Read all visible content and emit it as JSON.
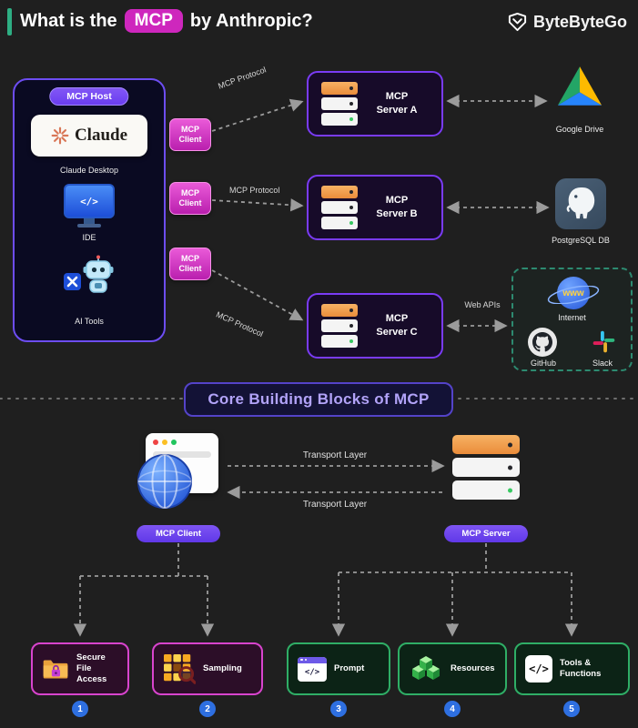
{
  "header": {
    "title_prefix": "What is the",
    "badge": "MCP",
    "title_suffix": "by Anthropic?",
    "brand": "ByteByteGo",
    "accent_color": "#2eae83",
    "badge_color": "#ce27bd"
  },
  "host": {
    "label": "MCP Host",
    "claude_wordmark": "Claude",
    "claude_caption": "Claude Desktop",
    "ide_glyph": "</>",
    "ide_caption": "IDE",
    "ai_caption": "AI Tools"
  },
  "clients": [
    {
      "line1": "MCP",
      "line2": "Client"
    },
    {
      "line1": "MCP",
      "line2": "Client"
    },
    {
      "line1": "MCP",
      "line2": "Client"
    }
  ],
  "protocol_labels": [
    "MCP Protocol",
    "MCP Protocol",
    "MCP Protocol"
  ],
  "servers": [
    {
      "line1": "MCP",
      "line2": "Server A"
    },
    {
      "line1": "MCP",
      "line2": "Server B"
    },
    {
      "line1": "MCP",
      "line2": "Server C"
    }
  ],
  "external": {
    "gdrive_label": "Google Drive",
    "postgres_label": "PostgreSQL DB",
    "web_apis_label": "Web APIs",
    "internet_glyph": "www",
    "internet_label": "Internet",
    "github_label": "GitHub",
    "slack_label": "Slack"
  },
  "section": {
    "title": "Core Building Blocks of MCP"
  },
  "core": {
    "client_label": "MCP Client",
    "server_label": "MCP Server",
    "transport_top": "Transport Layer",
    "transport_bottom": "Transport Layer"
  },
  "blocks": [
    {
      "label": "Secure File Access",
      "num": "1"
    },
    {
      "label": "Sampling",
      "num": "2"
    },
    {
      "label": "Prompt",
      "num": "3",
      "glyph": "</>"
    },
    {
      "label": "Resources",
      "num": "4"
    },
    {
      "label": "Tools & Functions",
      "num": "5",
      "glyph": "</>"
    }
  ]
}
